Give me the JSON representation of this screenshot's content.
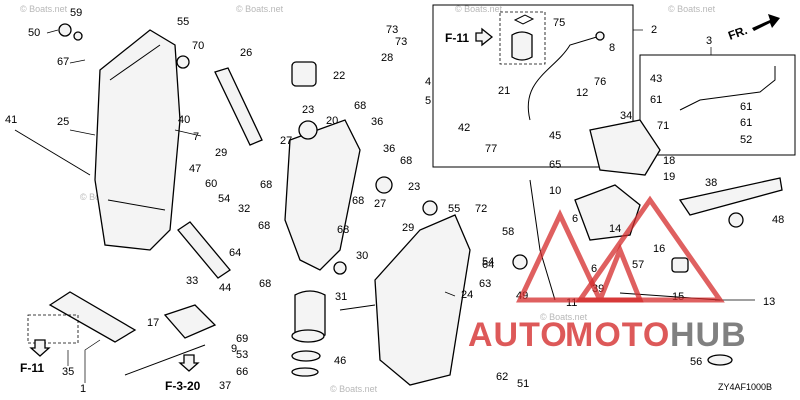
{
  "watermarks": [
    "© Boats.net",
    "© Boats.net",
    "© Boats.net",
    "© Boats.net",
    "© Boats.net",
    "© Boats.net",
    "© Boats.net"
  ],
  "direction": "FR.",
  "diagram_code": "ZY4AF1000B",
  "refs": {
    "f11_top": "F-11",
    "f11_bottom": "F-11",
    "f320": "F-3-20"
  },
  "logo": {
    "word1": "AUTO",
    "word2": "MOTO",
    "word3": "HUB",
    "color": "#d42b2b"
  },
  "callouts": {
    "n1": "1",
    "n2": "2",
    "n3": "3",
    "n4": "4",
    "n5": "5",
    "n6a": "6",
    "n6b": "6",
    "n7": "7",
    "n8": "8",
    "n9": "9",
    "n10": "10",
    "n11": "11",
    "n12": "12",
    "n13": "13",
    "n14": "14",
    "n15": "15",
    "n16": "16",
    "n17": "17",
    "n18": "18",
    "n19": "19",
    "n20": "20",
    "n21": "21",
    "n22": "22",
    "n23a": "23",
    "n23b": "23",
    "n24": "24",
    "n25": "25",
    "n26": "26",
    "n27a": "27",
    "n27b": "27",
    "n28": "28",
    "n29a": "29",
    "n29b": "29",
    "n30": "30",
    "n31": "31",
    "n32": "32",
    "n33": "33",
    "n34": "34",
    "n35": "35",
    "n36a": "36",
    "n36b": "36",
    "n37": "37",
    "n38": "38",
    "n39": "39",
    "n40": "40",
    "n41": "41",
    "n42": "42",
    "n43": "43",
    "n44": "44",
    "n45": "45",
    "n46": "46",
    "n47": "47",
    "n48": "48",
    "n49": "49",
    "n50": "50",
    "n51": "51",
    "n52": "52",
    "n53": "53",
    "n54a": "54",
    "n54b": "54",
    "n55a": "55",
    "n55b": "55",
    "n56": "56",
    "n57": "57",
    "n58": "58",
    "n59": "59",
    "n60": "60",
    "n61a": "61",
    "n61b": "61",
    "n61c": "61",
    "n62": "62",
    "n63": "63",
    "n64a": "64",
    "n64b": "64",
    "n65": "65",
    "n66": "66",
    "n67": "67",
    "n68a": "68",
    "n68b": "68",
    "n68c": "68",
    "n68d": "68",
    "n68e": "68",
    "n68f": "68",
    "n68g": "68",
    "n69": "69",
    "n70": "70",
    "n71": "71",
    "n72": "72",
    "n73a": "73",
    "n73b": "73",
    "n75": "75",
    "n76": "76",
    "n77": "77"
  }
}
